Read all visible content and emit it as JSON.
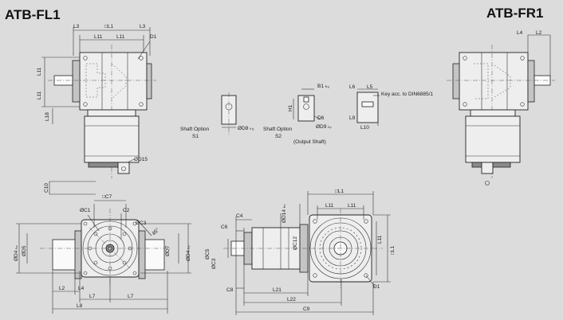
{
  "titles": {
    "left": "ATB-FL1",
    "right": "ATB-FR1"
  },
  "dims": {
    "L1": "L1",
    "L1_box": "□L1",
    "L2": "L2",
    "L3": "L3",
    "L4": "L4",
    "L5": "L5",
    "L6": "L6",
    "L7": "L7",
    "L8": "L8",
    "L9": "L9",
    "L10": "L10",
    "L11": "L11",
    "L18": "L18",
    "L21": "L21",
    "L22": "L22",
    "D1": "D1",
    "D8": "ØD8 ₖ₆",
    "D15": "ØD15",
    "C10": "C10",
    "C7_box": "□C7",
    "C1": "ØC1",
    "C2": "C2",
    "C3": "ØC3",
    "C4": "C4",
    "C5": "ØC5",
    "C6": "C6",
    "C8": "C8",
    "C9": "C9",
    "C12": "ØC12",
    "D4": "ØD4 ₕ₇",
    "D5": "ØD5",
    "D6": "D6",
    "D7": "ØD7",
    "D9": "ØD9 ₕ₇",
    "B1": "B1 ₕ₉",
    "H1": "H1",
    "D14": "ØD14 ₕ₇",
    "angle": "45°"
  },
  "labels": {
    "shaft_option": "Shaft Option",
    "s1": "S1",
    "s2": "S2",
    "output_shaft": "(Output Shaft)",
    "key_note": "Key acc. to DIN6885/1"
  }
}
